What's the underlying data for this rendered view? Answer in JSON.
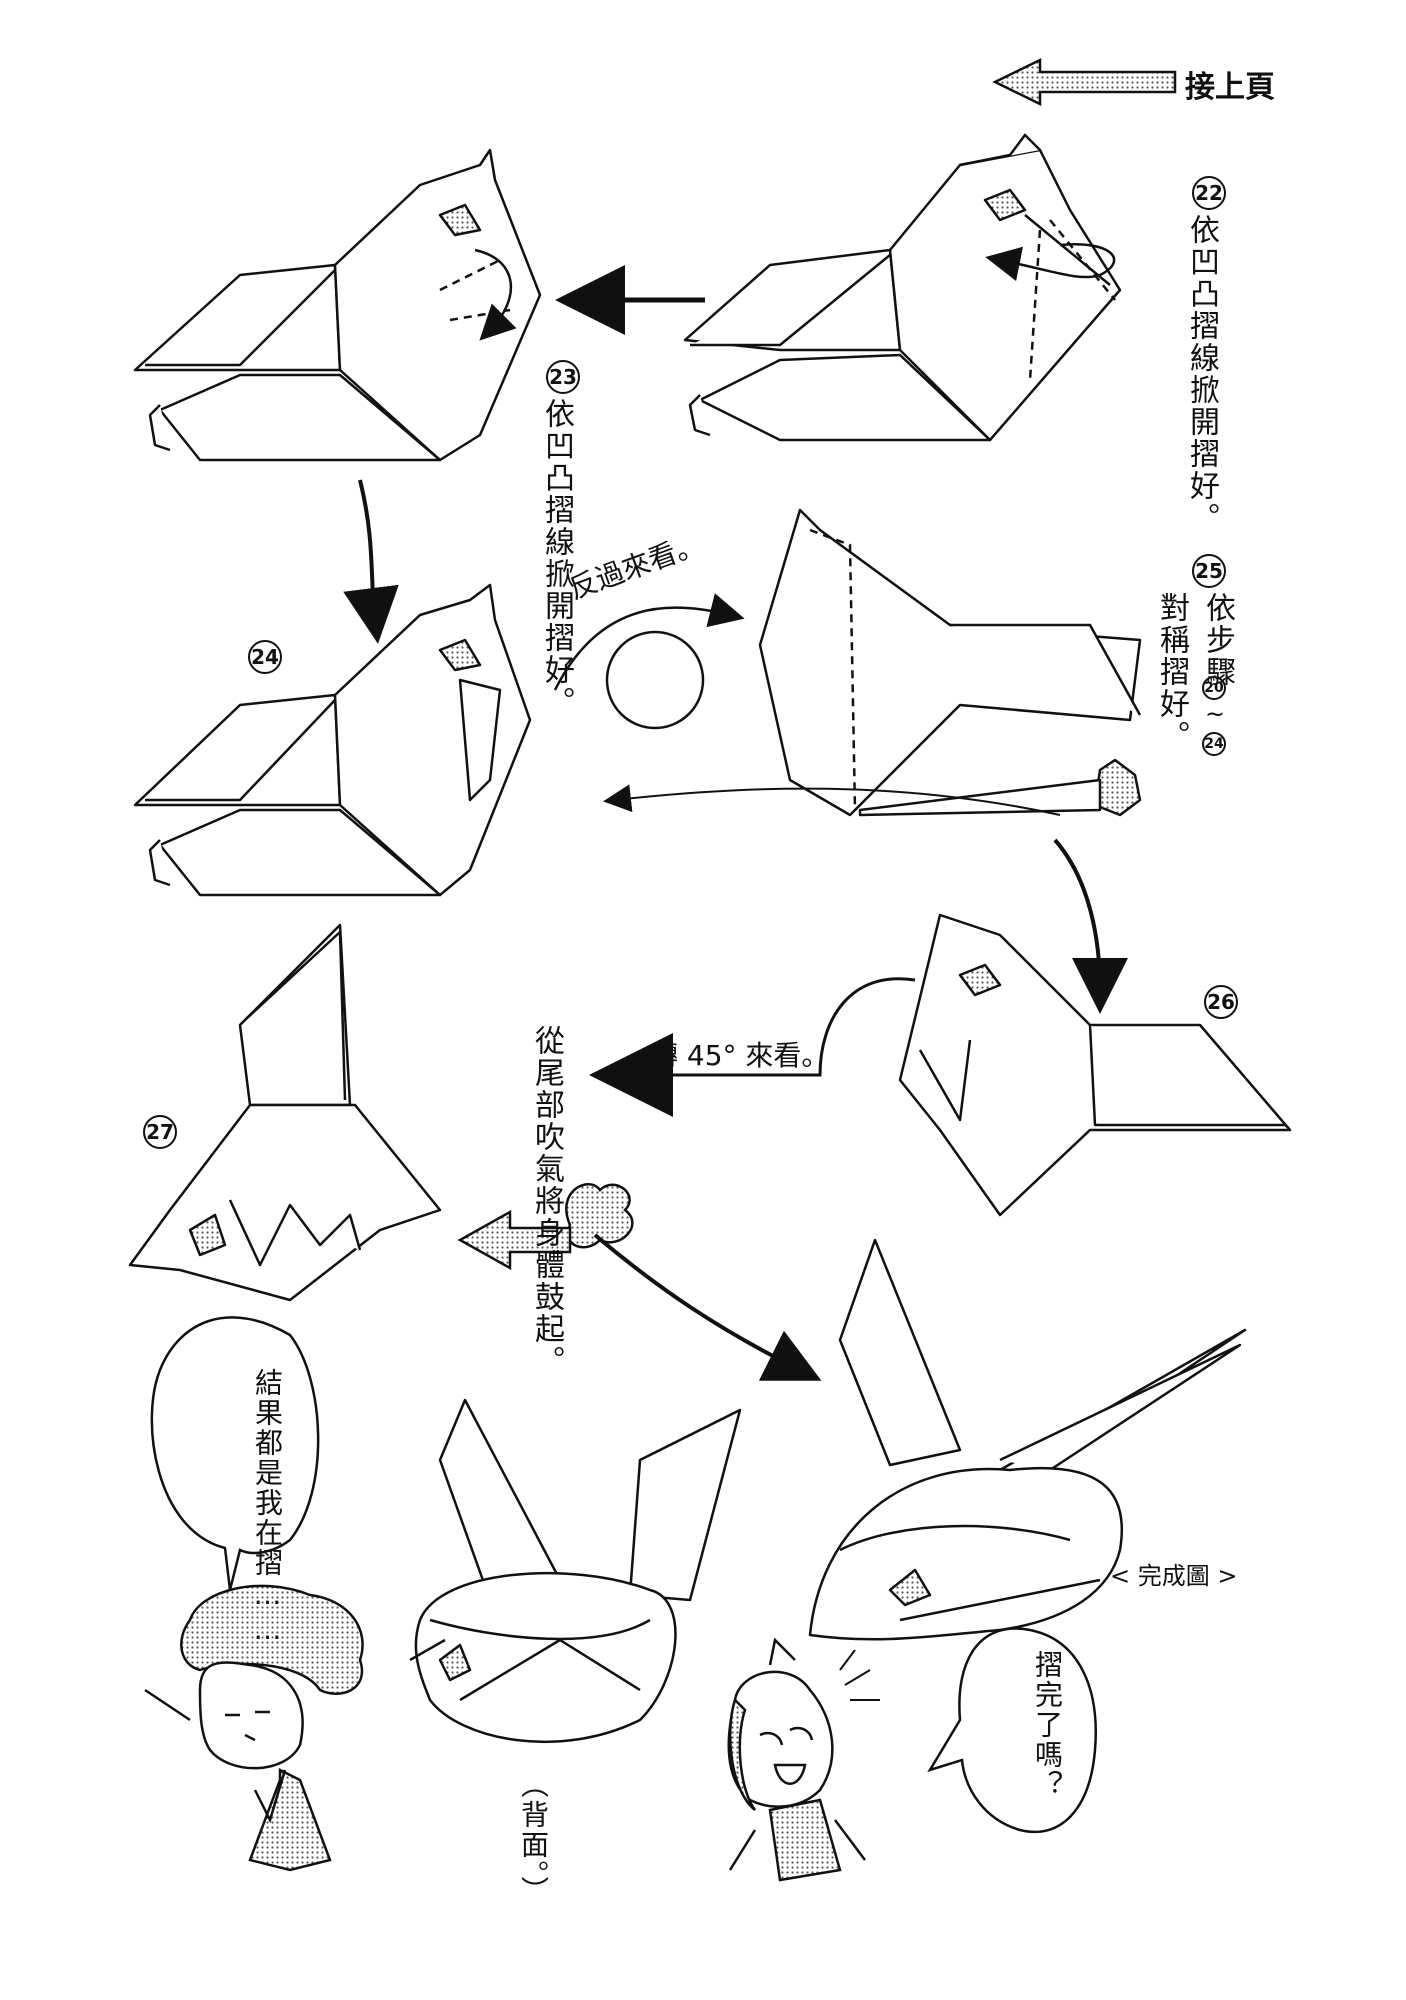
{
  "header": {
    "continue_label": "接上頁"
  },
  "steps": {
    "s22": {
      "num": "22",
      "text": "依凹凸摺線掀開摺好。"
    },
    "s23": {
      "num": "23",
      "text": "依凹凸摺線掀開摺好。"
    },
    "s24": {
      "num": "24"
    },
    "s25": {
      "num": "25",
      "text_a": "依步驟",
      "ref_a": "20",
      "tilde": "~",
      "ref_b": "24",
      "text_b": "對稱摺好。"
    },
    "s26": {
      "num": "26"
    },
    "s27": {
      "num": "27"
    }
  },
  "annotations": {
    "flip": "反過來看。",
    "rotate": "轉 45° 來看。",
    "inflate": "從尾部吹氣將身體鼓起。",
    "back_view": "（背面。）",
    "finished": "< 完成圖 >"
  },
  "speech": {
    "left_bubble": "結果都是我在摺……",
    "right_bubble": "摺完了嗎？"
  },
  "colors": {
    "line": "#111111",
    "screen_tone": "#bdbdbd",
    "paper": "#ffffff"
  }
}
